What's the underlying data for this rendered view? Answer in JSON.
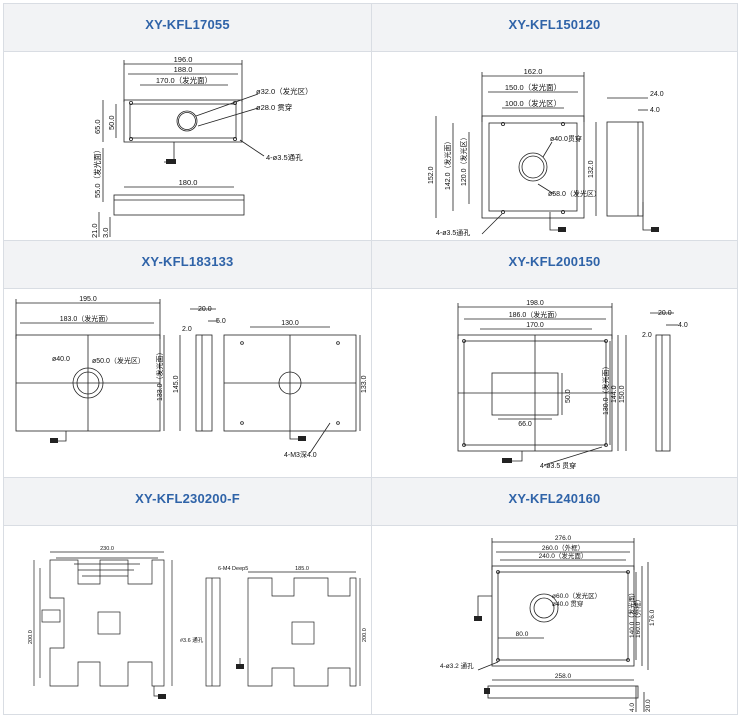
{
  "products": [
    {
      "name": "XY-KFL17055",
      "dims": {
        "w1": "196.0",
        "w2": "188.0",
        "w3": "170.0（发光面）",
        "d1": "ø32.0（发光区）",
        "d2": "ø28.0 贯穿",
        "h1": "65.0",
        "h2": "50.0",
        "h3": "55.0（发光面）",
        "holes": "4-ø3.5通孔",
        "base": "180.0",
        "t1": "21.0",
        "t2": "3.0"
      }
    },
    {
      "name": "XY-KFL150120",
      "dims": {
        "w1": "162.0",
        "w2": "150.0（发光面）",
        "w3": "100.0（发光区）",
        "d1": "ø40.0贯穿",
        "d2": "ø58.0（发光区）",
        "h1": "152.0",
        "h2": "142.0（发光面）",
        "h3": "120.0（发光区）",
        "side1": "24.0",
        "side2": "4.0",
        "side3": "132.0",
        "holes": "4-ø3.5通孔"
      }
    },
    {
      "name": "XY-KFL183133",
      "dims": {
        "w1": "195.0",
        "w2": "183.0（发光面）",
        "d1": "ø40.0",
        "d2": "ø50.0（发光区）",
        "h1": "133.0（发光面）",
        "h2": "145.0",
        "s1": "20.0",
        "s2": "5.0",
        "s3": "2.0",
        "r1": "130.0",
        "r2": "133.0",
        "holes": "4-M3深4.0"
      }
    },
    {
      "name": "XY-KFL200150",
      "dims": {
        "w1": "198.0",
        "w2": "186.0（发光面）",
        "w3": "170.0",
        "win_h": "50.0",
        "win_w": "66.0",
        "h1": "130.0（发光面）",
        "h2": "144.0",
        "h3": "150.0",
        "s1": "20.0",
        "s2": "4.0",
        "s3": "2.0",
        "holes": "4-ø3.5 贯穿"
      }
    },
    {
      "name": "XY-KFL230200-F",
      "dims": {
        "top": "230.0",
        "side": "200.0",
        "tap": "6-M4 Deep5",
        "bolt": "#3.6 通孔",
        "r1": "185.0",
        "r2": "200.0"
      }
    },
    {
      "name": "XY-KFL240160",
      "dims": {
        "w1": "276.0",
        "w2": "260.0（外框）",
        "w3": "240.0（发光面）",
        "d1": "ø60.0（发光区）",
        "d2": "ø40.0 贯穿",
        "off": "80.0",
        "h1": "140.0（发光面）",
        "h2": "160.0（外框）",
        "h3": "176.0",
        "holes": "4-ø3.2 通孔",
        "base": "258.0",
        "t1": "4.0",
        "t2": "20.0"
      }
    }
  ]
}
